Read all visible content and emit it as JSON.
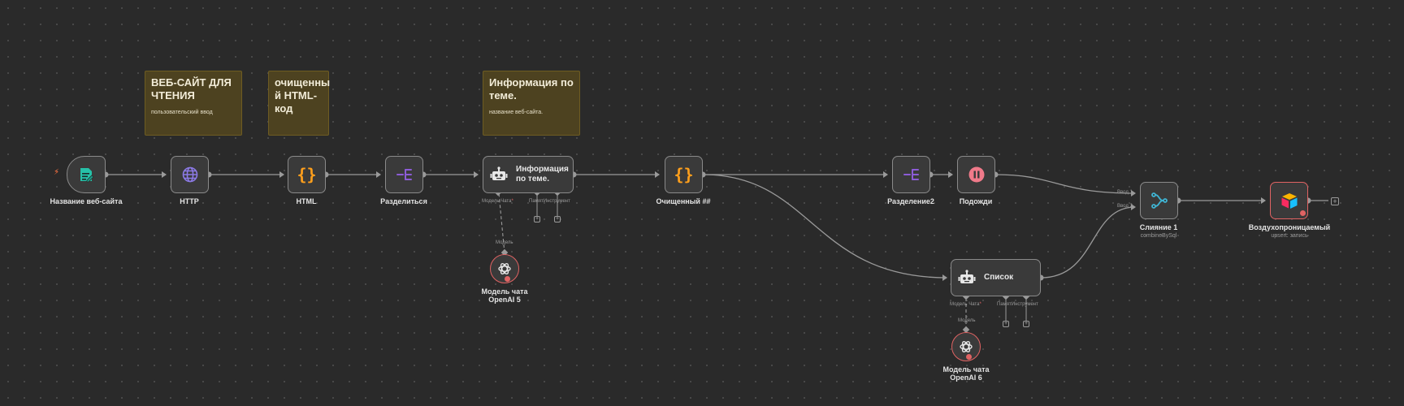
{
  "sticky_notes": [
    {
      "title": "ВЕБ-САЙТ ДЛЯ ЧТЕНИЯ",
      "subtitle": "пользовательский ввод"
    },
    {
      "title": "очищенны й HTML-код",
      "subtitle": ""
    },
    {
      "title": "Информация по теме.",
      "subtitle": "название веб-сайта."
    }
  ],
  "nodes": {
    "trigger": {
      "label": "Название веб-сайта",
      "icon": "form-icon"
    },
    "http": {
      "label": "HTTP",
      "icon": "globe-icon"
    },
    "html": {
      "label": "HTML",
      "icon": "code-braces-icon"
    },
    "split": {
      "label": "Разделиться",
      "icon": "split-icon"
    },
    "agent_info": {
      "label": "Информация по теме.",
      "icon": "robot-icon"
    },
    "cleaned": {
      "label": "Очищенный ##",
      "icon": "code-braces-icon"
    },
    "split2": {
      "label": "Разделение2",
      "icon": "split-icon"
    },
    "wait": {
      "label": "Подожди",
      "icon": "pause-icon"
    },
    "merge": {
      "label": "Слияние 1",
      "sublabel": "combineBySql",
      "icon": "merge-icon"
    },
    "airtable": {
      "label": "Воздухопроницаемый",
      "sublabel": "upsert: запись",
      "icon": "airtable-icon"
    },
    "list_agent": {
      "label": "Список",
      "icon": "robot-icon"
    },
    "openai5": {
      "label": "Модель чата OpenAI 5",
      "icon": "openai-icon"
    },
    "openai6": {
      "label": "Модель чата OpenAI 6",
      "icon": "openai-icon"
    }
  },
  "ports": {
    "chat_model": "Модель Чата",
    "required_mark": "*",
    "memory_tool": "ПамятИнструмент",
    "model": "Модель",
    "input1": "Ввод 1",
    "input2": "Ввод 2"
  },
  "colors": {
    "canvas": "#2a2a2a",
    "node_bg": "#3a3a3a",
    "error": "#e06363",
    "sticky_bg": "#4d4220",
    "trigger_accent": "#ff6d3a",
    "code_accent": "#ff9f1c",
    "split_accent": "#8c5cd6"
  }
}
